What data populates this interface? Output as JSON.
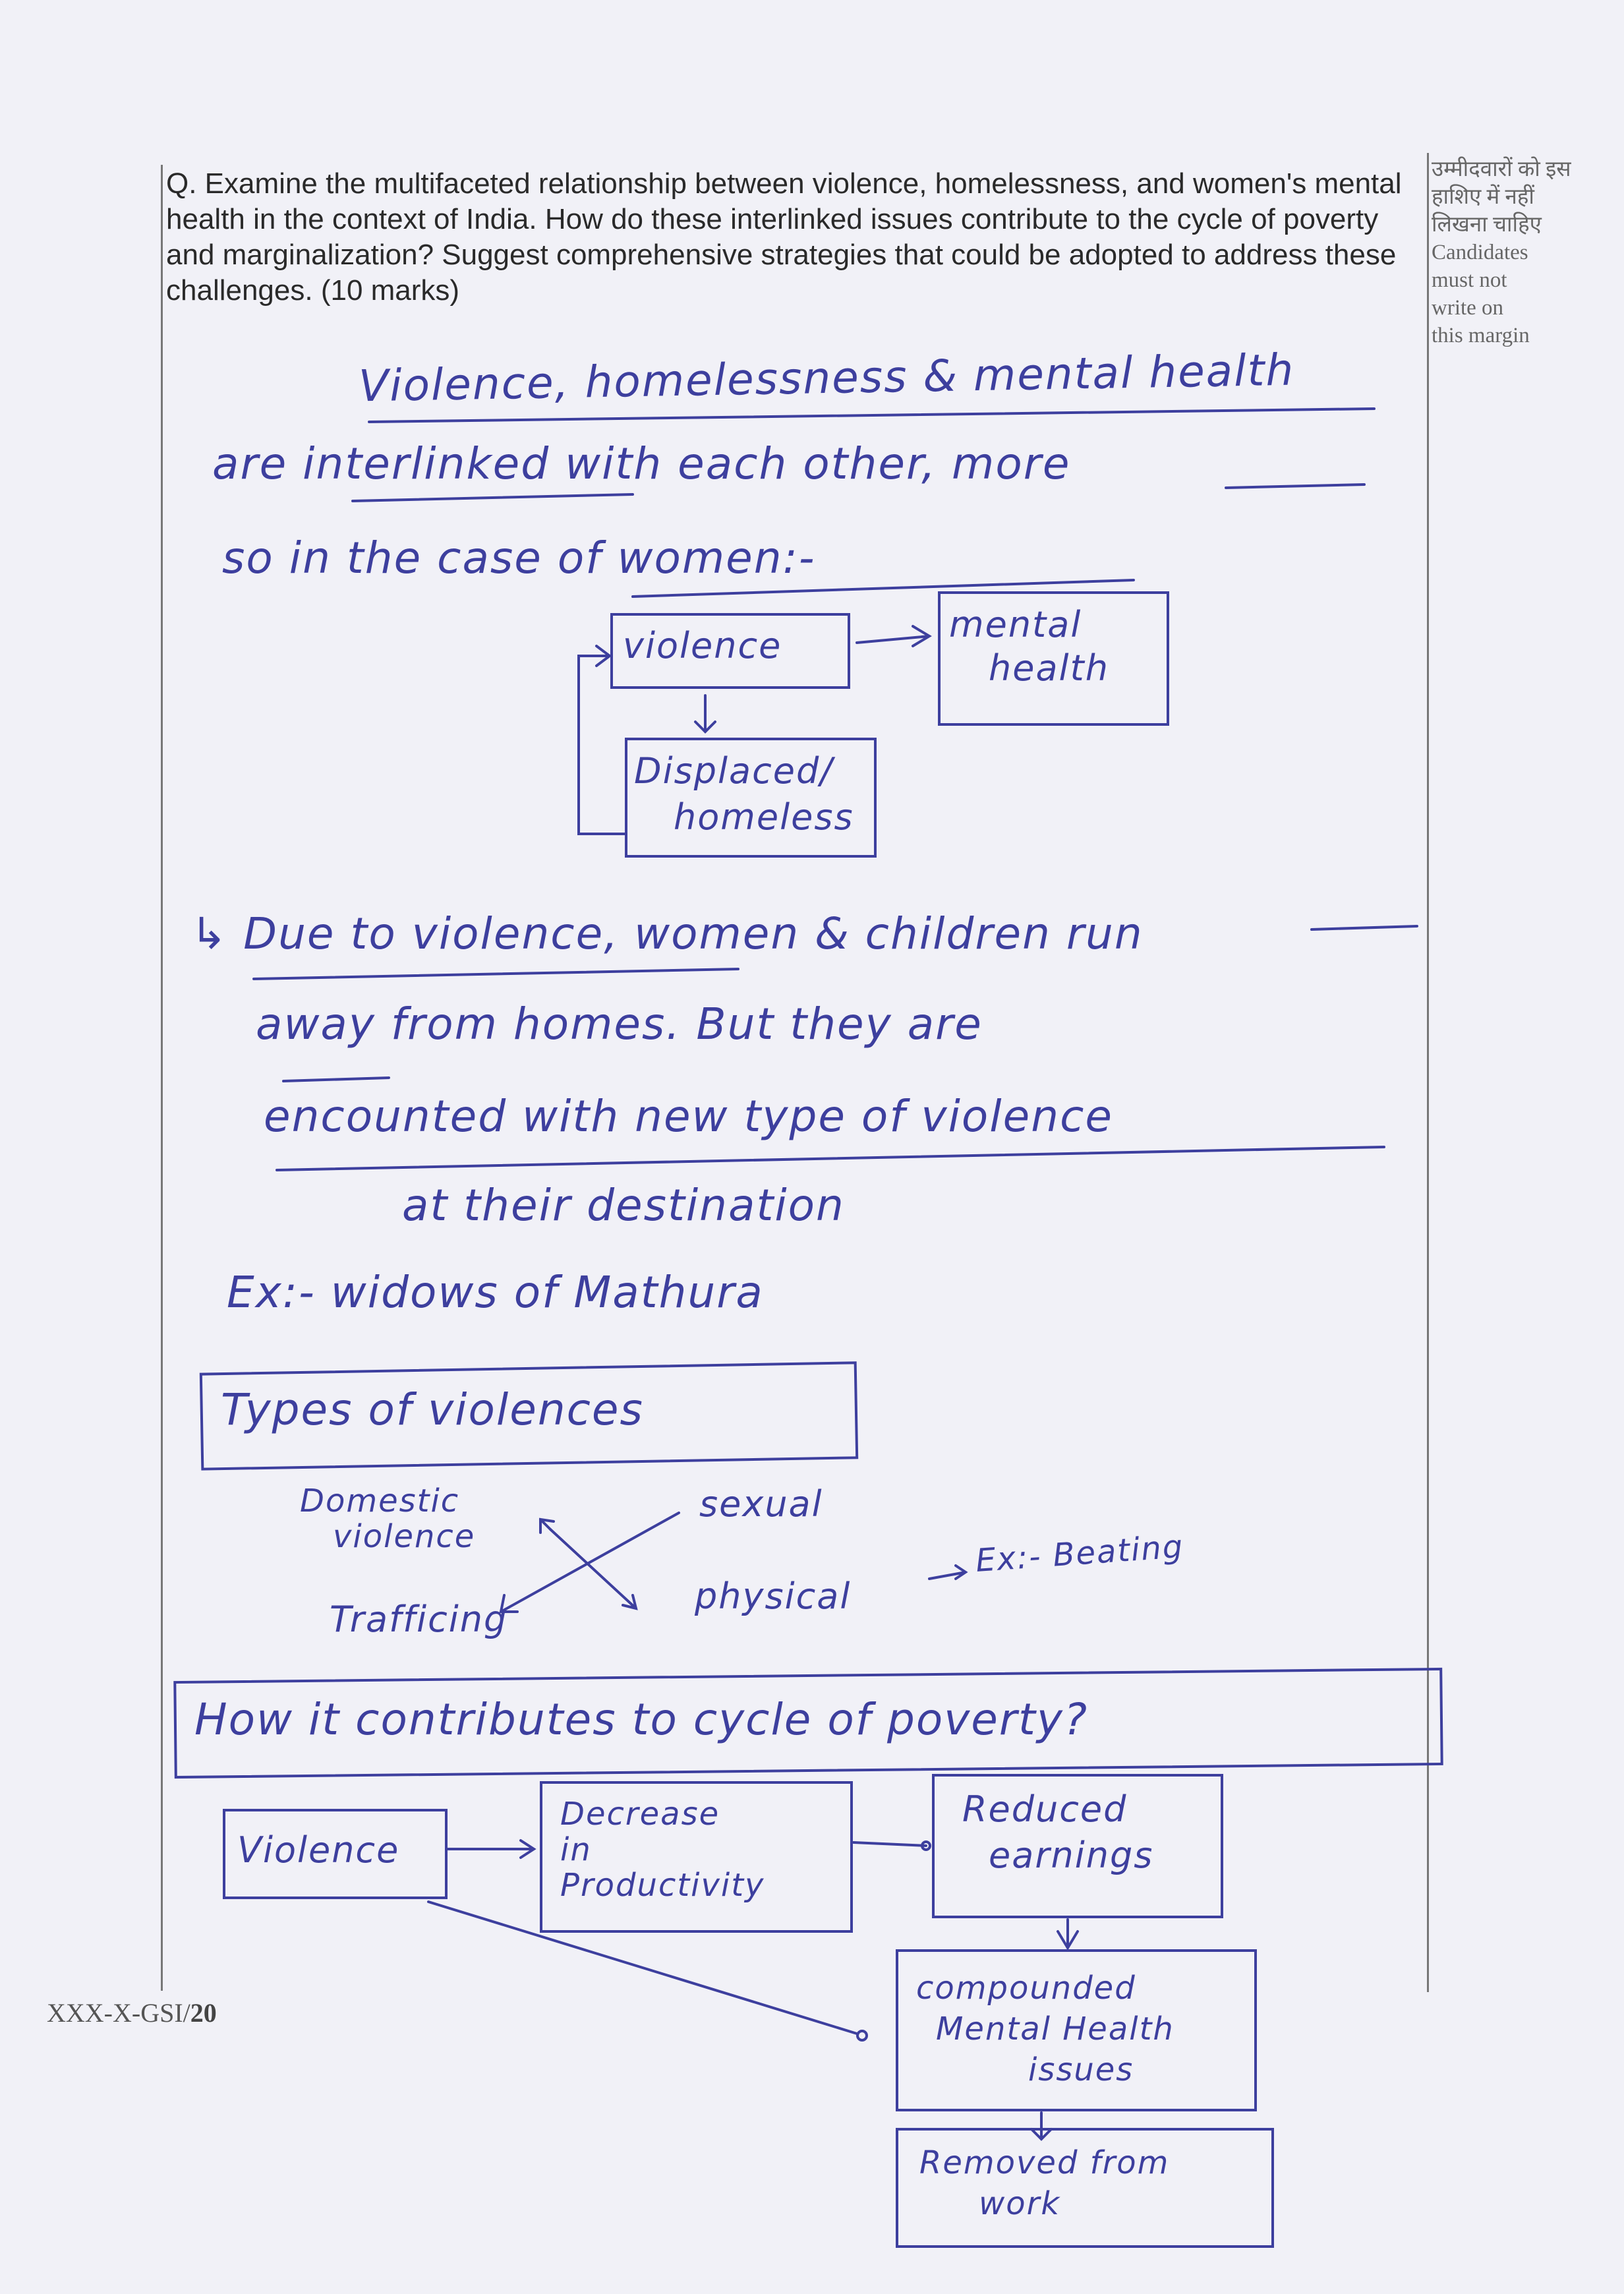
{
  "question": {
    "text": "Q. Examine the multifaceted relationship between violence, homelessness, and women's mental health in the context of India. How do these interlinked issues contribute to the cycle of poverty and marginalization? Suggest comprehensive strategies that could be adopted to address these challenges. (10 marks)"
  },
  "margin_note": {
    "hindi_1": "उम्मीदवारों को इस",
    "hindi_2": "हाशिए में नहीं",
    "hindi_3": "लिखना चाहिए",
    "en_1": "Candidates",
    "en_2": "must not",
    "en_3": "write on",
    "en_4": "this margin"
  },
  "answer": {
    "line1": "Violence, homelessness & mental health",
    "line2": "are interlinked with each other, more",
    "line3": "so in the case of women:-",
    "diagram1": {
      "violence": "violence",
      "mental_health_1": "mental",
      "mental_health_2": "health",
      "displaced_1": "Displaced/",
      "displaced_2": "homeless"
    },
    "line4": "↳ Due to violence, women & children run",
    "line5": "away from homes. But they are",
    "line6": "encounted with new type of violence",
    "line7": "at their destination",
    "line8": "Ex:- widows of Mathura",
    "types_heading": "Types of violences",
    "types": {
      "domestic_1": "Domestic",
      "domestic_2": "violence",
      "sexual": "sexual",
      "trafficking": "Trafficing",
      "physical": "physical",
      "example": "Ex:- Beating"
    },
    "poverty_heading": "How it contributes to cycle of poverty?",
    "diagram2": {
      "violence": "Violence",
      "decrease_1": "Decrease",
      "decrease_2": "in",
      "decrease_3": "Productivity",
      "reduced_1": "Reduced",
      "reduced_2": "earnings",
      "compounded_1": "compounded",
      "compounded_2": "Mental Health",
      "compounded_3": "issues",
      "removed_1": "Removed from",
      "removed_2": "work"
    }
  },
  "footer": {
    "code": "XXX-X-GSI/",
    "page": "20"
  },
  "colors": {
    "ink": "#3d3f9e",
    "paper": "#f1f1f7"
  }
}
